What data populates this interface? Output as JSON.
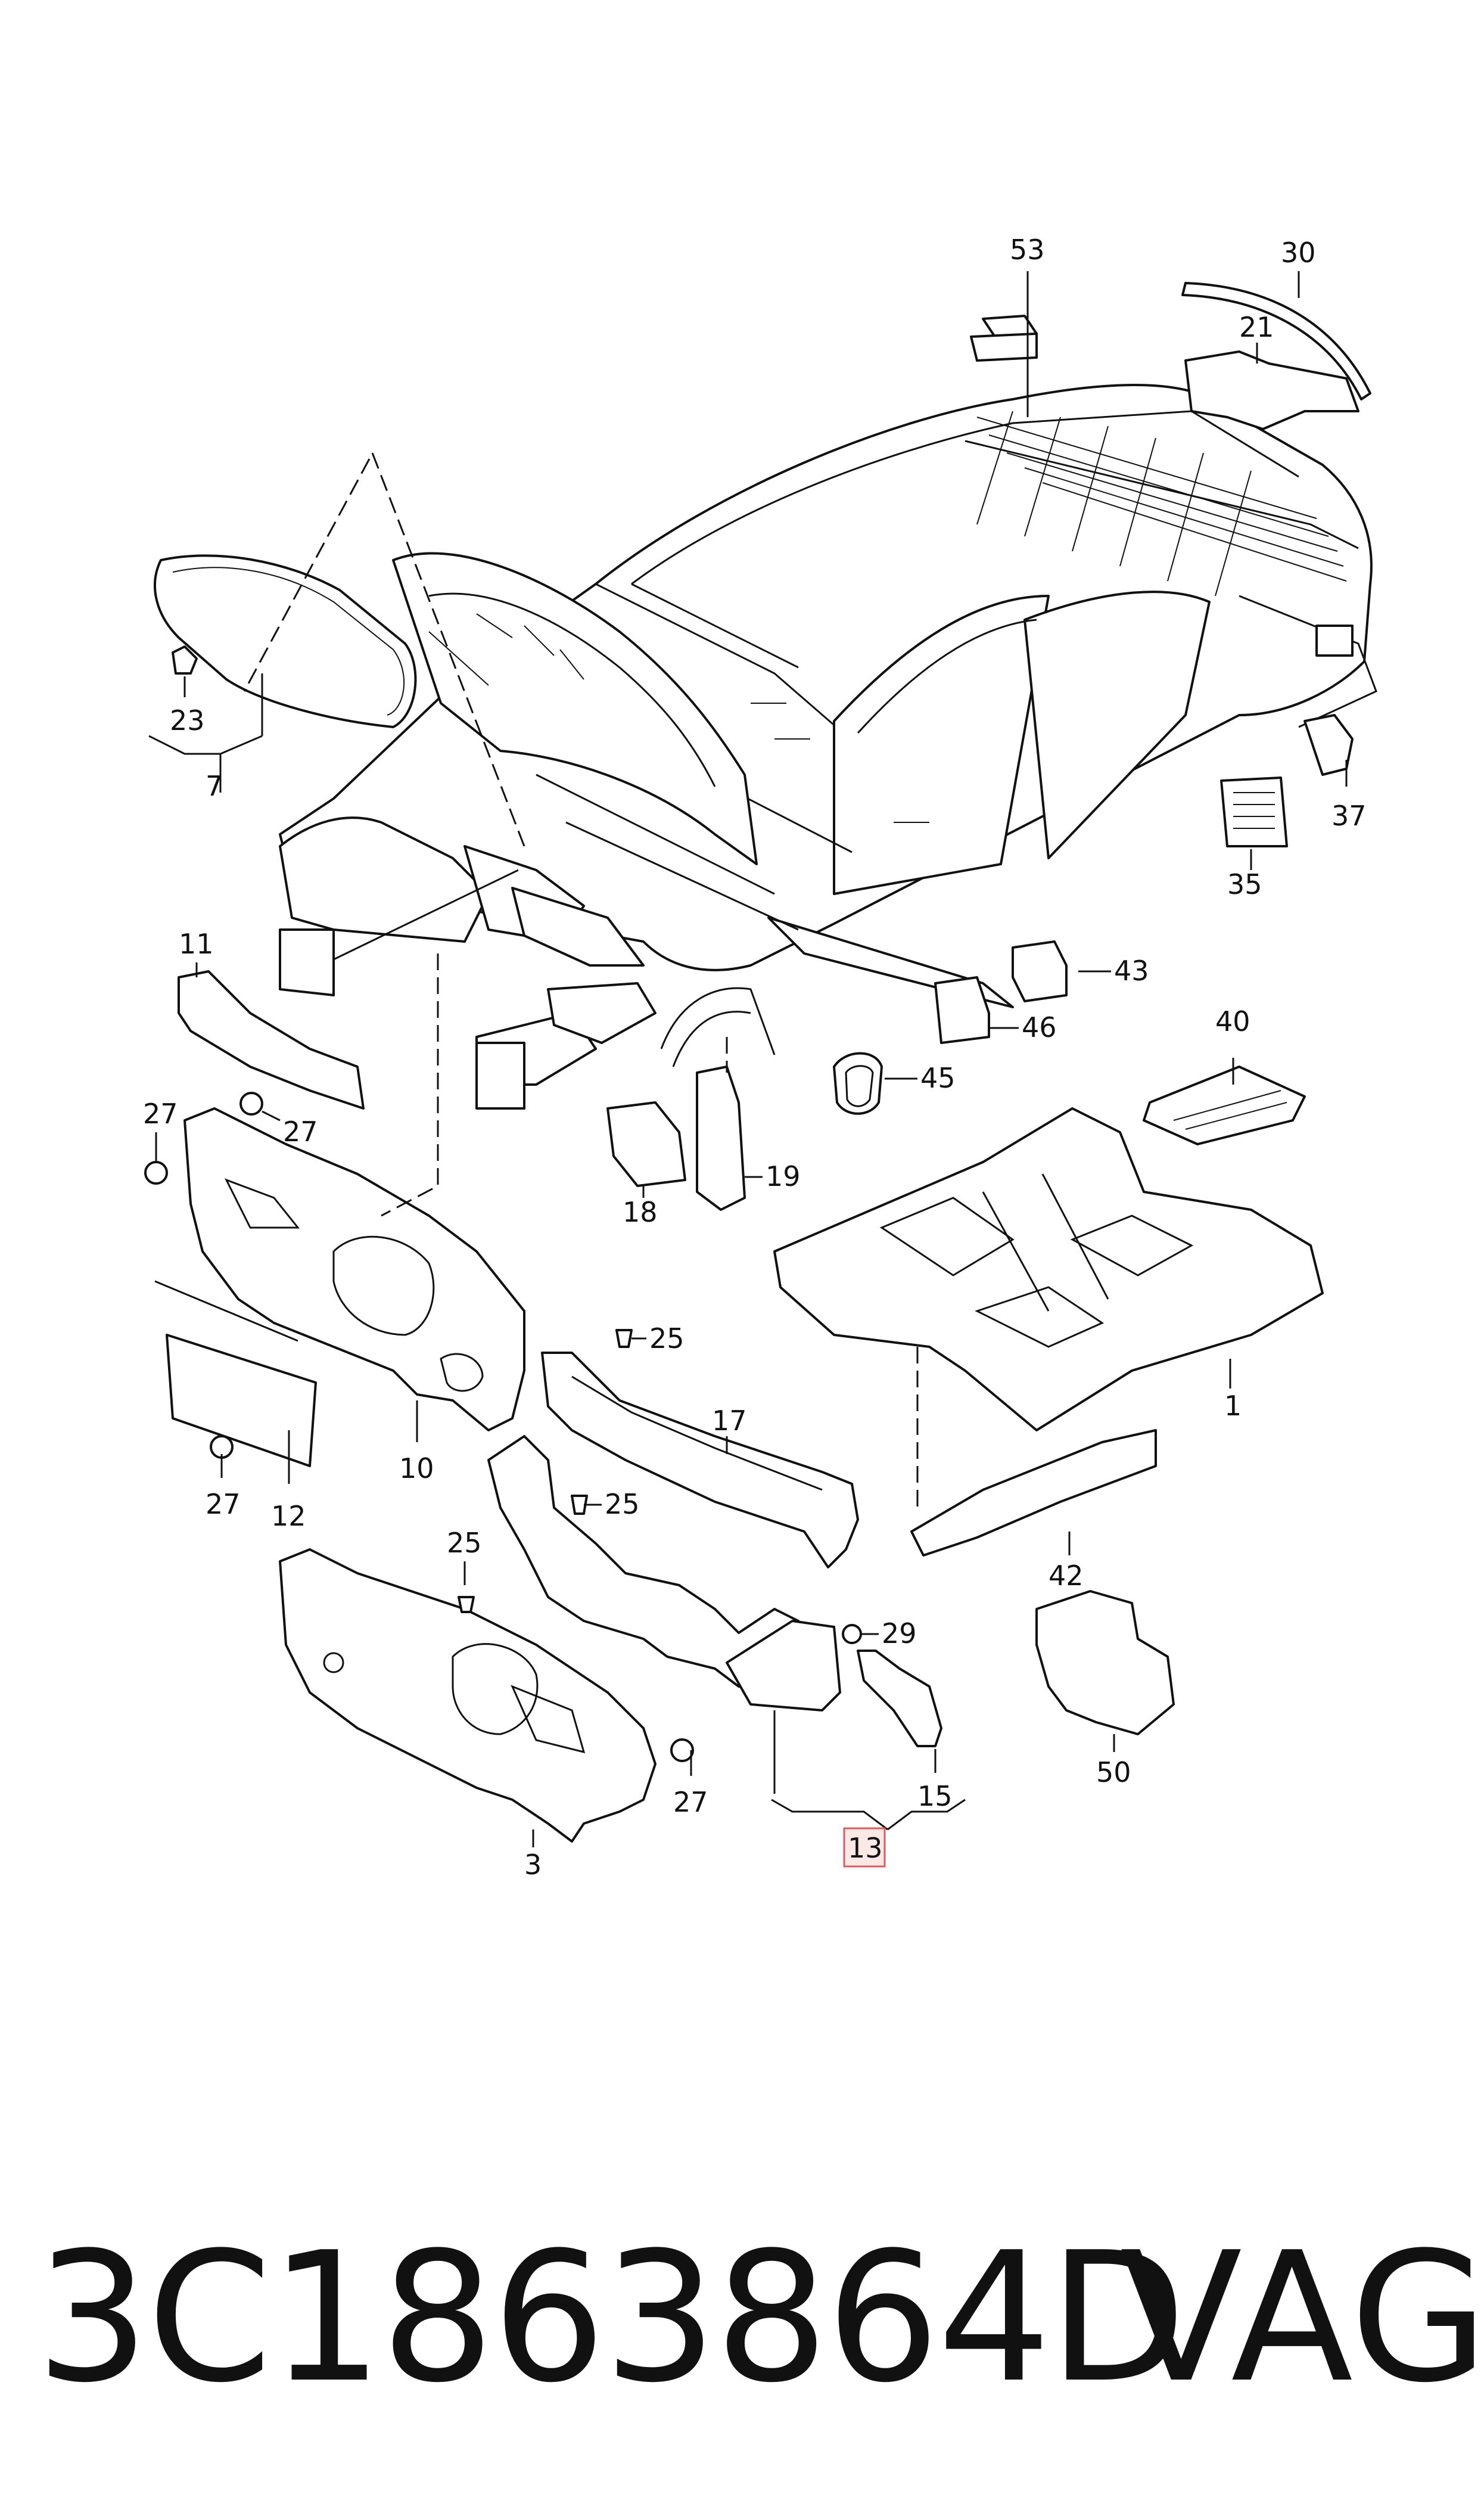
{
  "callouts": {
    "c1": "1",
    "c3": "3",
    "c7": "7",
    "c10": "10",
    "c11": "11",
    "c12": "12",
    "c13": "13",
    "c15": "15",
    "c17": "17",
    "c18": "18",
    "c19": "19",
    "c21": "21",
    "c23": "23",
    "c25a": "25",
    "c25b": "25",
    "c25c": "25",
    "c27a": "27",
    "c27b": "27",
    "c27c": "27",
    "c27d": "27",
    "c29": "29",
    "c30": "30",
    "c35": "35",
    "c37": "37",
    "c40": "40",
    "c42": "42",
    "c43": "43",
    "c45": "45",
    "c46": "46",
    "c50": "50",
    "c53": "53"
  },
  "highlighted_callout": "13",
  "footer": {
    "part_number": "3C1863864D",
    "brand": "VAG"
  },
  "colors": {
    "line": "#111111",
    "highlight_fill": "#fde8e8",
    "highlight_border": "#e05a5a"
  }
}
